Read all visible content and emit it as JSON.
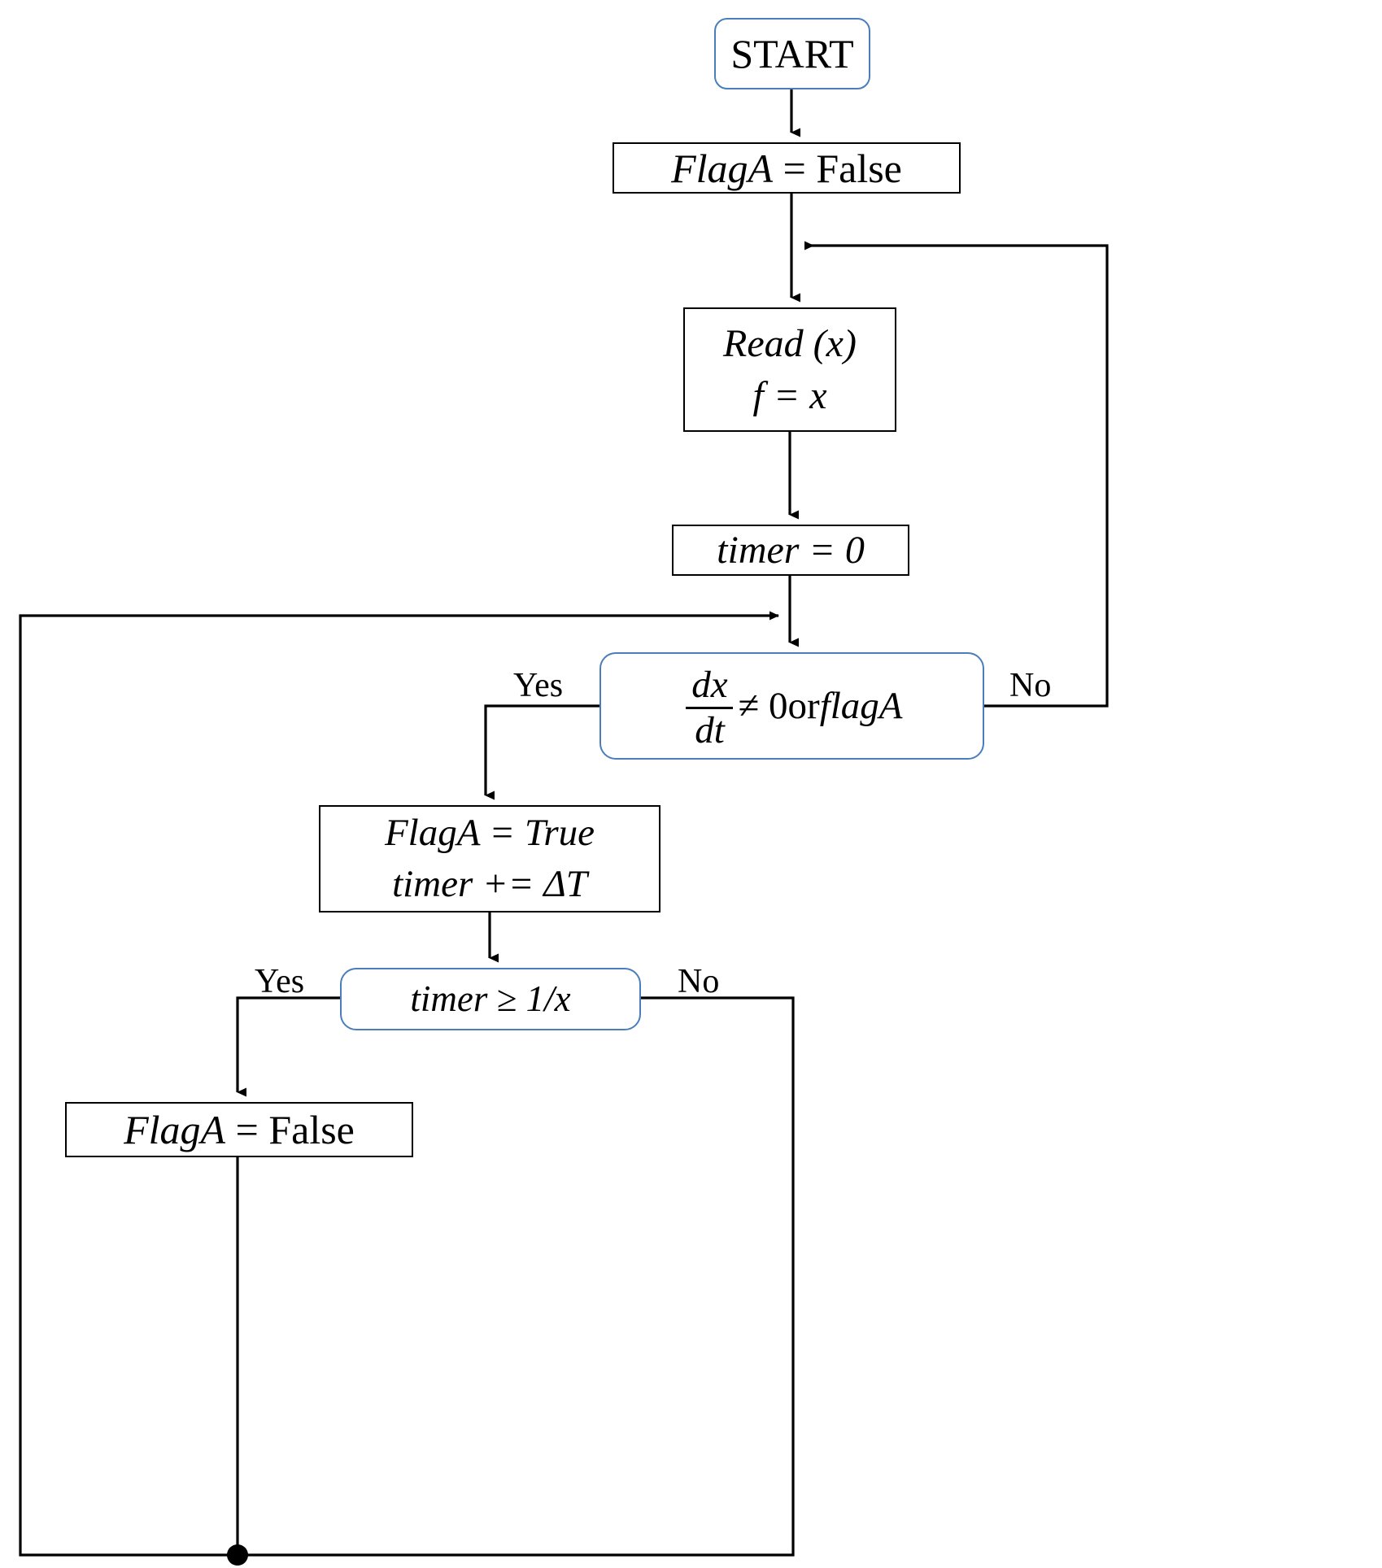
{
  "diagram": {
    "title": "Flowchart",
    "colors": {
      "terminal_border": "#4a7ebb",
      "decision_border": "#4a7ebb",
      "process_border": "#000000",
      "connector": "#000000",
      "background": "#ffffff"
    },
    "nodes": {
      "start": {
        "id": "start",
        "shape": "terminal",
        "label": "START"
      },
      "flag_false_init": {
        "id": "flag-false-init",
        "shape": "process",
        "var": "FlagA",
        "op": " = ",
        "value": "False"
      },
      "read_x": {
        "id": "read-x",
        "shape": "process",
        "line1_fn": "Read",
        "line1_arg": " (x)",
        "line2": "f = x"
      },
      "timer_zero": {
        "id": "timer-zero",
        "shape": "process",
        "text": "timer = 0"
      },
      "decision_derivative": {
        "id": "decision-derivative",
        "shape": "decision",
        "numerator": "dx",
        "denominator": "dt",
        "comparison": " ≠ 0 ",
        "conjunction": "or ",
        "operand": "flagA"
      },
      "flag_true": {
        "id": "flag-true",
        "shape": "process",
        "line1": "FlagA = True",
        "line2": "timer  +=  ΔT"
      },
      "decision_timer": {
        "id": "decision-timer",
        "shape": "decision",
        "text": "timer ≥ 1/x"
      },
      "flag_false_reset": {
        "id": "flag-false-reset",
        "shape": "process",
        "var": "FlagA",
        "op": " = ",
        "value": "False"
      }
    },
    "edge_labels": {
      "derivative_yes": "Yes",
      "derivative_no": "No",
      "timer_yes": "Yes",
      "timer_no": "No"
    }
  }
}
